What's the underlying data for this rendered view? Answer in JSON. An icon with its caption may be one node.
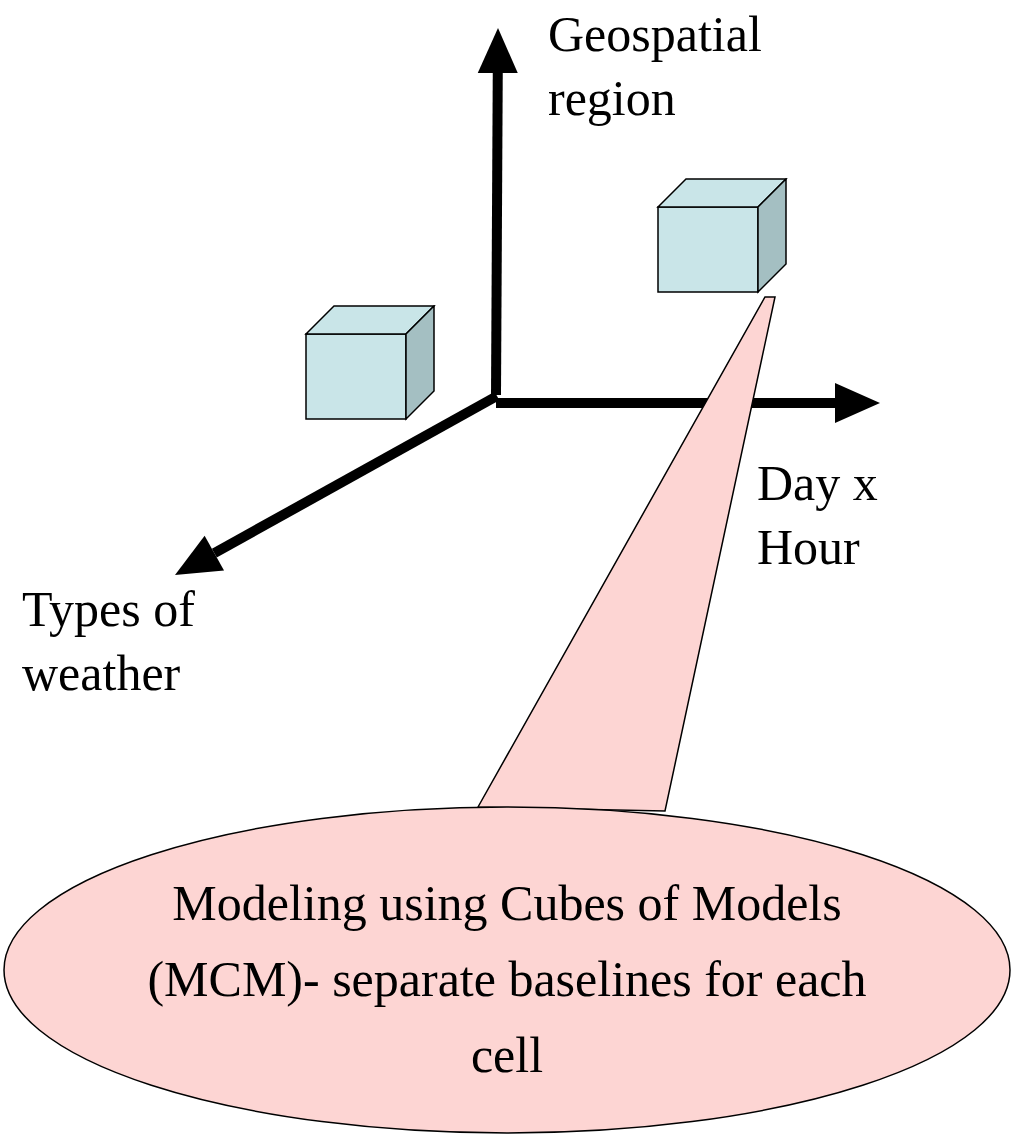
{
  "diagram": {
    "nodes": [
      {
        "text": [],
        "shape": "box"
      },
      {
        "text": [],
        "shape": "box"
      },
      {
        "text": [
          "Modeling using Cubes of Models (MCM)- separate baselines for each cell"
        ]
      }
    ],
    "edges": [
      {
        "from": 2,
        "to": 0,
        "arrow": "none"
      }
    ],
    "labels": [
      "Geospatial region",
      "Day x Hour",
      "Types of weather"
    ]
  }
}
